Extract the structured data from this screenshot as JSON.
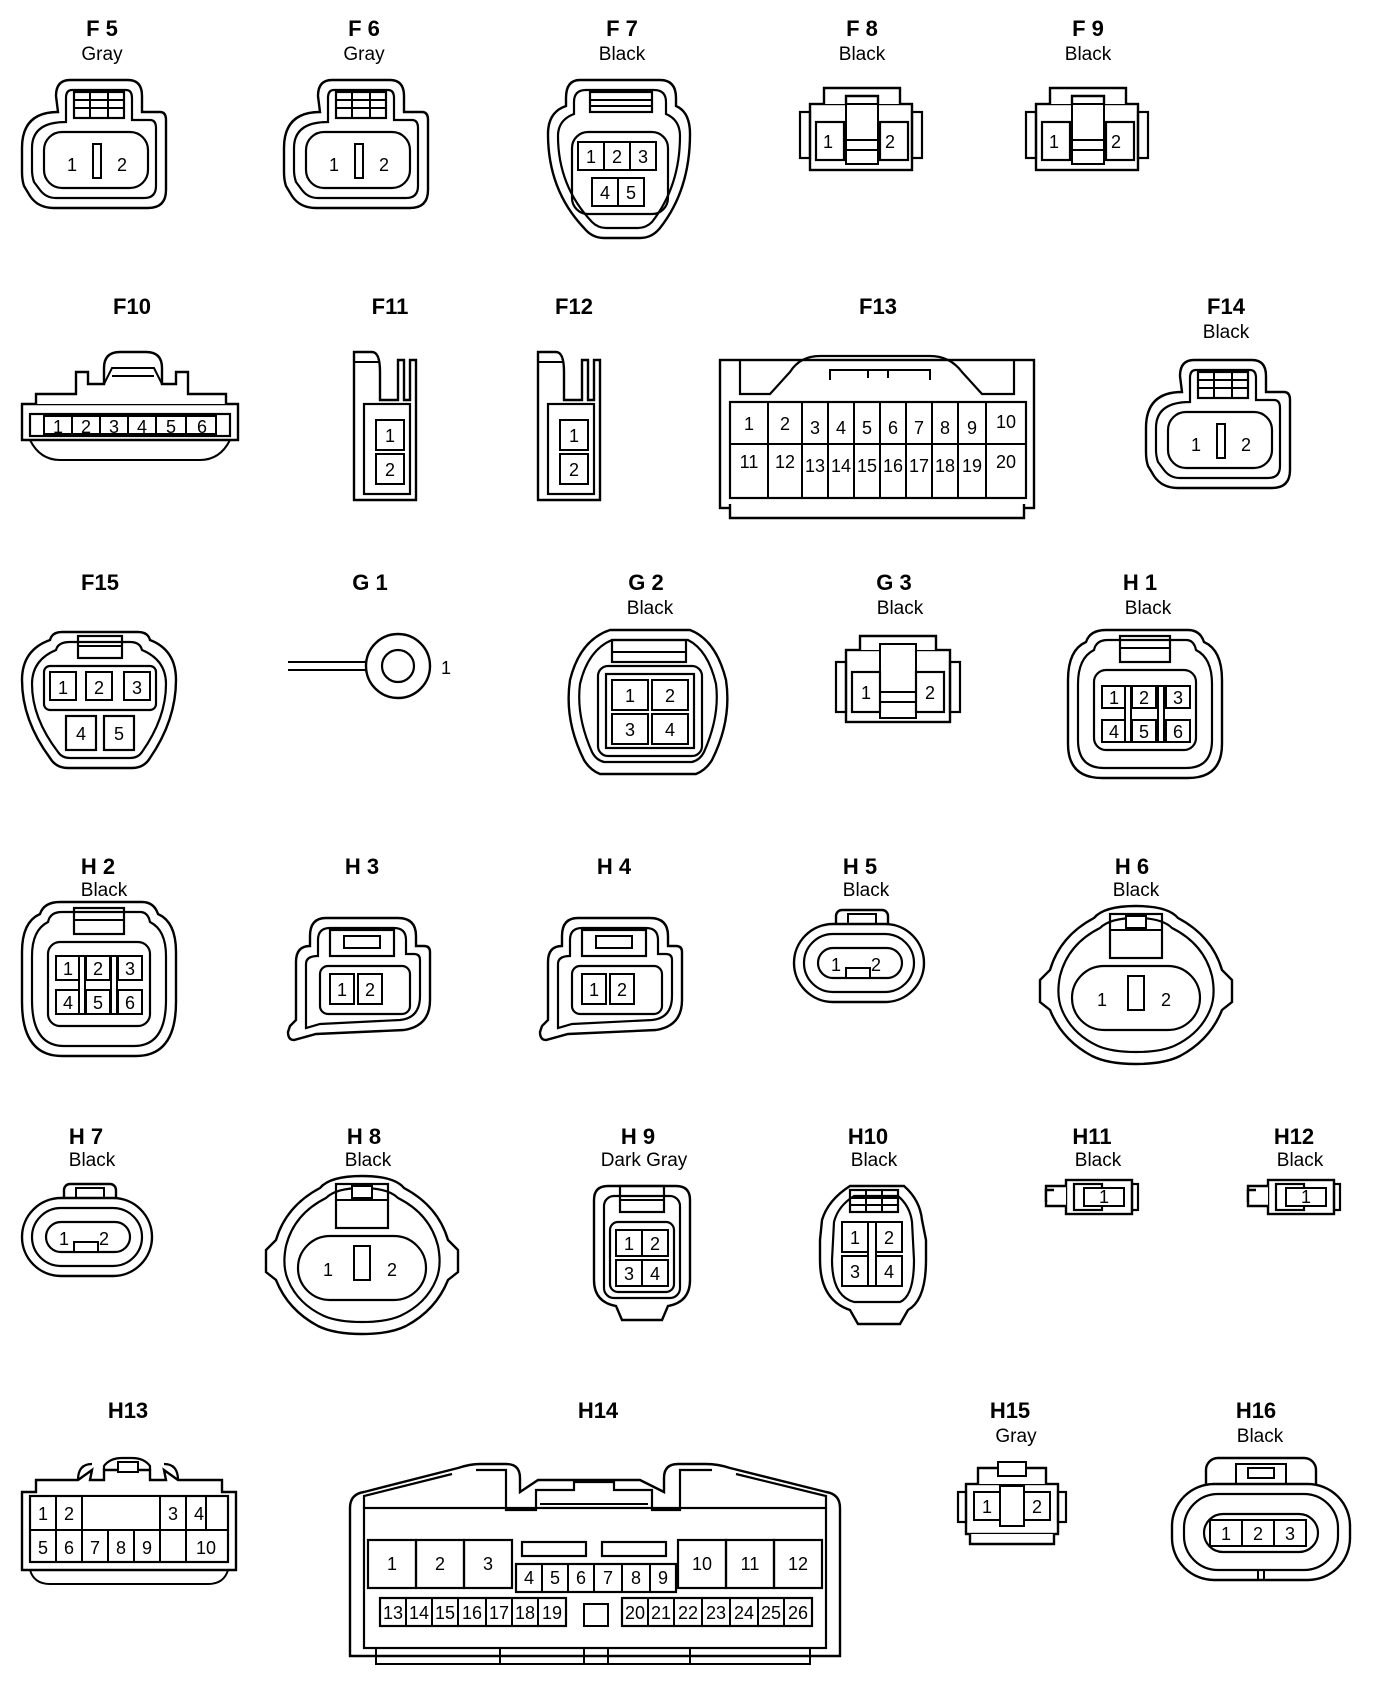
{
  "connectors": [
    {
      "id": "F 5",
      "color": "Gray",
      "pins": [
        "1",
        "2"
      ]
    },
    {
      "id": "F 6",
      "color": "Gray",
      "pins": [
        "1",
        "2"
      ]
    },
    {
      "id": "F 7",
      "color": "Black",
      "pins": [
        "1",
        "2",
        "3",
        "4",
        "5"
      ]
    },
    {
      "id": "F 8",
      "color": "Black",
      "pins": [
        "1",
        "2"
      ]
    },
    {
      "id": "F 9",
      "color": "Black",
      "pins": [
        "1",
        "2"
      ]
    },
    {
      "id": "F10",
      "color": "",
      "pins": [
        "1",
        "2",
        "3",
        "4",
        "5",
        "6"
      ]
    },
    {
      "id": "F11",
      "color": "",
      "pins": [
        "1",
        "2"
      ]
    },
    {
      "id": "F12",
      "color": "",
      "pins": [
        "1",
        "2"
      ]
    },
    {
      "id": "F13",
      "color": "",
      "pins": [
        "1",
        "2",
        "3",
        "4",
        "5",
        "6",
        "7",
        "8",
        "9",
        "10",
        "11",
        "12",
        "13",
        "14",
        "15",
        "16",
        "17",
        "18",
        "19",
        "20"
      ]
    },
    {
      "id": "F14",
      "color": "Black",
      "pins": [
        "1",
        "2"
      ]
    },
    {
      "id": "F15",
      "color": "",
      "pins": [
        "1",
        "2",
        "3",
        "4",
        "5"
      ]
    },
    {
      "id": "G 1",
      "color": "",
      "pins": [
        "1"
      ]
    },
    {
      "id": "G 2",
      "color": "Black",
      "pins": [
        "1",
        "2",
        "3",
        "4"
      ]
    },
    {
      "id": "G 3",
      "color": "Black",
      "pins": [
        "1",
        "2"
      ]
    },
    {
      "id": "H 1",
      "color": "Black",
      "pins": [
        "1",
        "2",
        "3",
        "4",
        "5",
        "6"
      ]
    },
    {
      "id": "H 2",
      "color": "Black",
      "pins": [
        "1",
        "2",
        "3",
        "4",
        "5",
        "6"
      ]
    },
    {
      "id": "H 3",
      "color": "",
      "pins": [
        "1",
        "2"
      ]
    },
    {
      "id": "H 4",
      "color": "",
      "pins": [
        "1",
        "2"
      ]
    },
    {
      "id": "H 5",
      "color": "Black",
      "pins": [
        "1",
        "2"
      ]
    },
    {
      "id": "H 6",
      "color": "Black",
      "pins": [
        "1",
        "2"
      ]
    },
    {
      "id": "H 7",
      "color": "Black",
      "pins": [
        "1",
        "2"
      ]
    },
    {
      "id": "H 8",
      "color": "Black",
      "pins": [
        "1",
        "2"
      ]
    },
    {
      "id": "H 9",
      "color": "Dark Gray",
      "pins": [
        "1",
        "2",
        "3",
        "4"
      ]
    },
    {
      "id": "H10",
      "color": "Black",
      "pins": [
        "1",
        "2",
        "3",
        "4"
      ]
    },
    {
      "id": "H11",
      "color": "Black",
      "pins": [
        "1"
      ]
    },
    {
      "id": "H12",
      "color": "Black",
      "pins": [
        "1"
      ]
    },
    {
      "id": "H13",
      "color": "",
      "pins": [
        "1",
        "2",
        "3",
        "4",
        "5",
        "6",
        "7",
        "8",
        "9",
        "10"
      ]
    },
    {
      "id": "H14",
      "color": "",
      "pins": [
        "1",
        "2",
        "3",
        "4",
        "5",
        "6",
        "7",
        "8",
        "9",
        "10",
        "11",
        "12",
        "13",
        "14",
        "15",
        "16",
        "17",
        "18",
        "19",
        "20",
        "21",
        "22",
        "23",
        "24",
        "25",
        "26"
      ]
    },
    {
      "id": "H15",
      "color": "Gray",
      "pins": [
        "1",
        "2"
      ]
    },
    {
      "id": "H16",
      "color": "Black",
      "pins": [
        "1",
        "2",
        "3"
      ]
    }
  ]
}
